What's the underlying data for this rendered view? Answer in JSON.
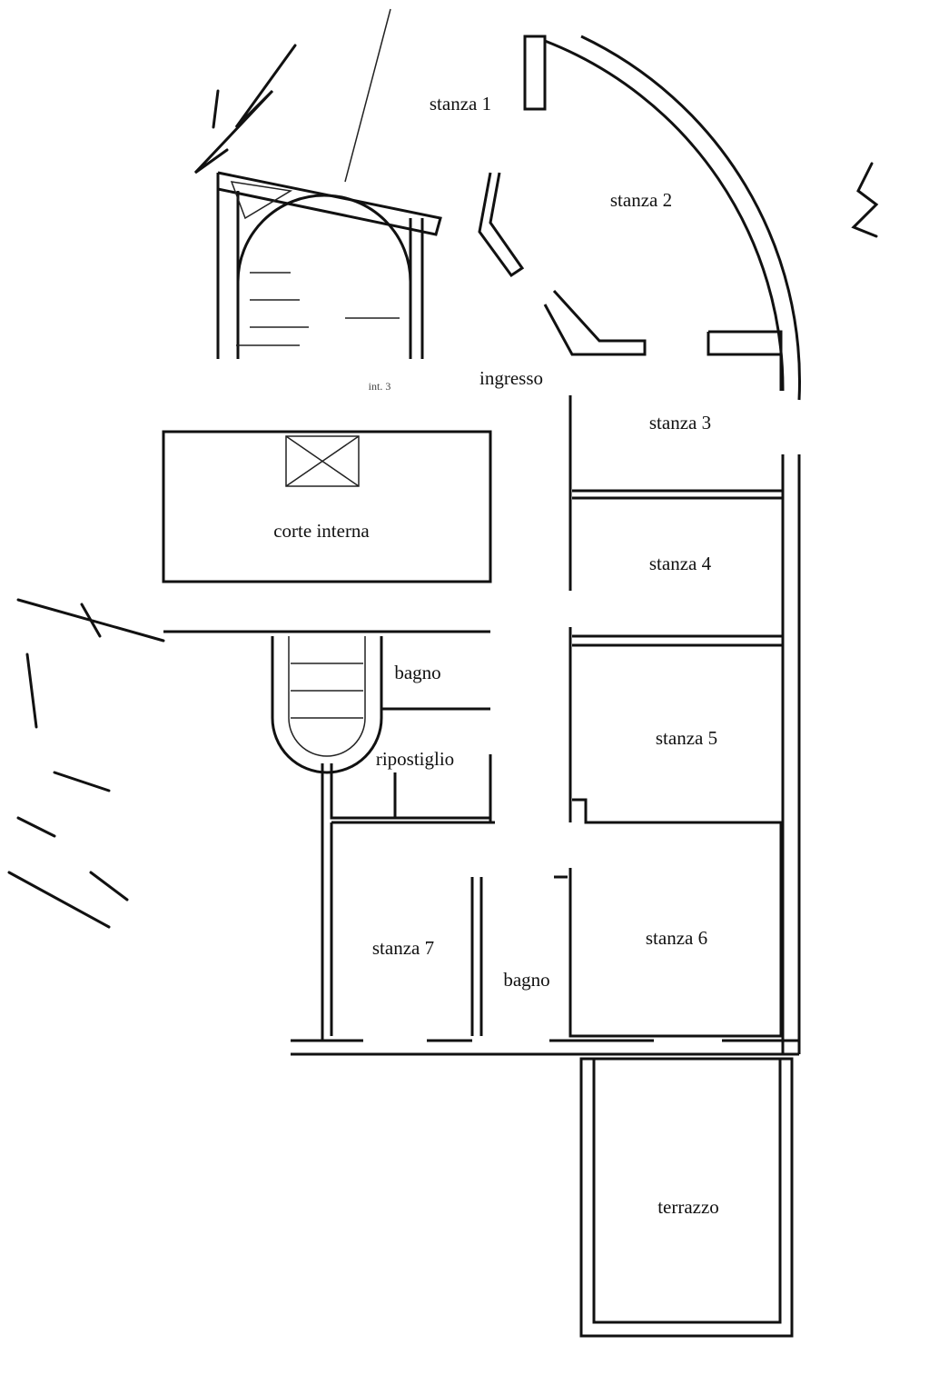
{
  "floor_plan": {
    "rooms": [
      {
        "id": "stanza-1",
        "label": "stanza 1"
      },
      {
        "id": "stanza-2",
        "label": "stanza 2"
      },
      {
        "id": "ingresso",
        "label": "ingresso"
      },
      {
        "id": "int-3",
        "label": "int. 3"
      },
      {
        "id": "stanza-3",
        "label": "stanza 3"
      },
      {
        "id": "corte-interna",
        "label": "corte interna"
      },
      {
        "id": "stanza-4",
        "label": "stanza 4"
      },
      {
        "id": "bagno-1",
        "label": "bagno"
      },
      {
        "id": "ripostiglio",
        "label": "ripostiglio"
      },
      {
        "id": "stanza-5",
        "label": "stanza 5"
      },
      {
        "id": "stanza-6",
        "label": "stanza 6"
      },
      {
        "id": "stanza-7",
        "label": "stanza 7"
      },
      {
        "id": "bagno-2",
        "label": "bagno"
      },
      {
        "id": "terrazzo",
        "label": "terrazzo"
      }
    ]
  }
}
